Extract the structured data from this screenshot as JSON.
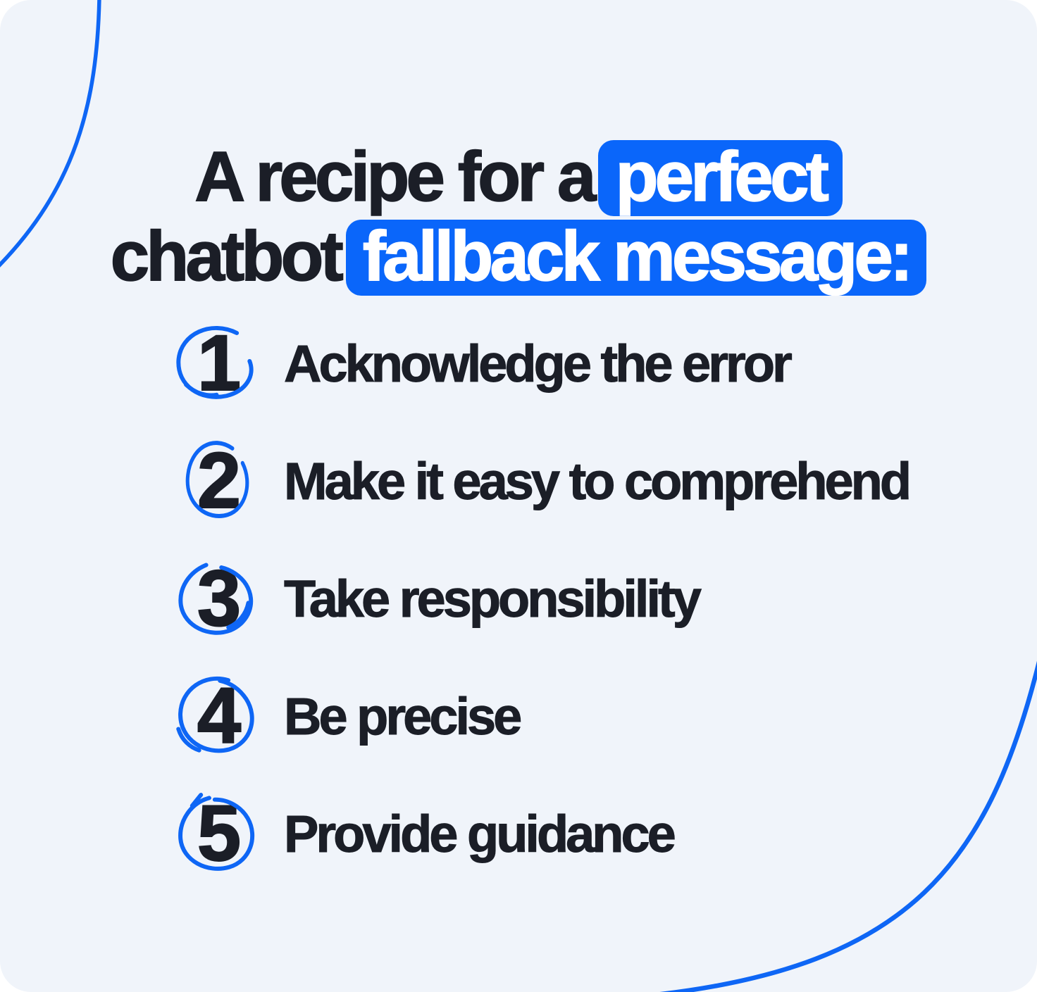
{
  "title": {
    "line1": {
      "plain": "A recipe for a",
      "highlight": "perfect"
    },
    "line2": {
      "plain": "chatbot",
      "highlight": "fallback message:"
    }
  },
  "steps": [
    {
      "number": "1",
      "label": "Acknowledge the error"
    },
    {
      "number": "2",
      "label": "Make it easy to comprehend"
    },
    {
      "number": "3",
      "label": "Take responsibility"
    },
    {
      "number": "4",
      "label": "Be precise"
    },
    {
      "number": "5",
      "label": "Provide guidance"
    }
  ],
  "icons": {
    "step_marker": "hand-drawn-circle-scribble-icon",
    "decoration": "corner-curve-line"
  },
  "colors": {
    "background": "#F0F4FA",
    "highlight_blue": "#0A66FA",
    "scribble_blue": "#0E66F5",
    "text_dark": "#1B1E27",
    "highlight_text": "#FFFFFF"
  }
}
